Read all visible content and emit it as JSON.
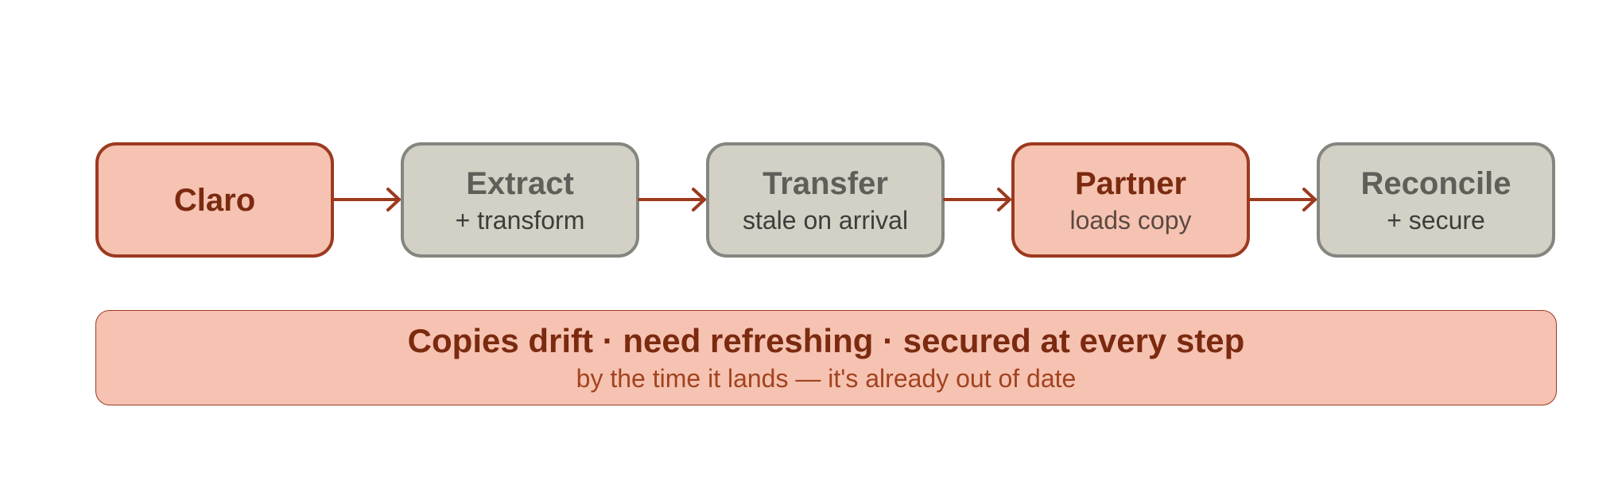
{
  "nodes": [
    {
      "title": "Claro",
      "sub": ""
    },
    {
      "title": "Extract",
      "sub": "+ transform"
    },
    {
      "title": "Transfer",
      "sub": "stale on arrival"
    },
    {
      "title": "Partner",
      "sub": "loads copy"
    },
    {
      "title": "Reconcile",
      "sub": "+ secure"
    }
  ],
  "banner": {
    "headline": "Copies drift · need refreshing · secured at every step",
    "caption": "by the time it lands — it's already out of date"
  },
  "colors": {
    "accent_fill": "#f6c3b2",
    "accent_border": "#9c3a1f",
    "neutral_fill": "#d3d0c6",
    "neutral_border": "#85867f",
    "arrow": "#9c3a1f"
  }
}
